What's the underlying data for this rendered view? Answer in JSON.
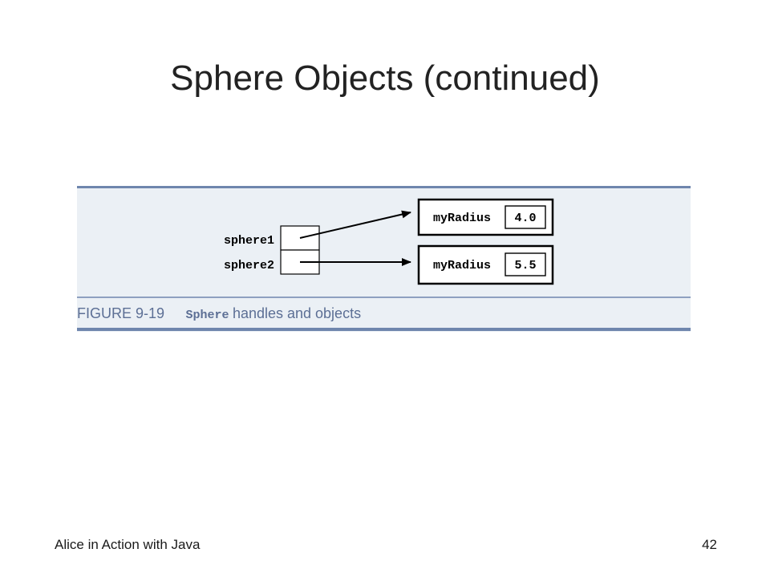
{
  "slide": {
    "title": "Sphere Objects (continued)",
    "footer_left": "Alice in Action with Java",
    "page_number": "42"
  },
  "figure": {
    "caption_number": "FIGURE 9-19",
    "caption_code": "Sphere",
    "caption_text": " handles and objects",
    "colors": {
      "rule": "#6f86ad",
      "panel": "#ebf0f5",
      "caption": "#5c6f95"
    },
    "handles": [
      {
        "label": "sphere1"
      },
      {
        "label": "sphere2"
      }
    ],
    "objects": [
      {
        "field": "myRadius",
        "value": "4.0"
      },
      {
        "field": "myRadius",
        "value": "5.5"
      }
    ]
  }
}
